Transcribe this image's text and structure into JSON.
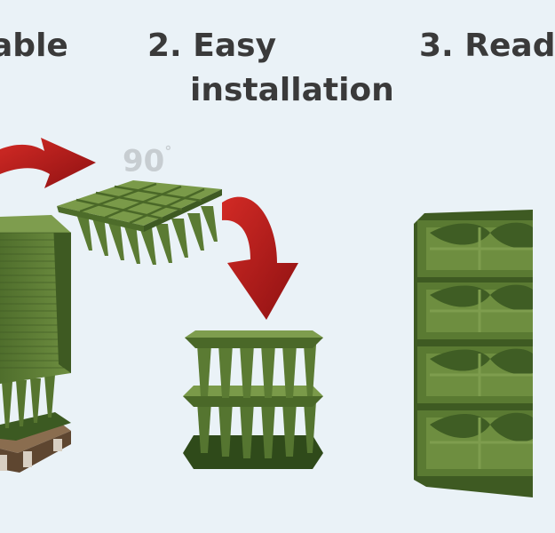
{
  "steps": {
    "step1_fragment": "able",
    "step2_line1": "2. Easy",
    "step2_line2": "installation",
    "step3_fragment": "3. Read"
  },
  "rotation_value": "90",
  "rotation_unit": "°",
  "colors": {
    "background": "#eaf2f7",
    "crate_green": "#5d7d38",
    "crate_dark": "#3e5a22",
    "crate_light": "#7e9d4e",
    "arrow_red": "#b5191a",
    "heading_text": "#3a3a3a",
    "angle_text": "#c7cdd1"
  },
  "icons": [
    "curved-arrow-right",
    "curved-arrow-down"
  ]
}
